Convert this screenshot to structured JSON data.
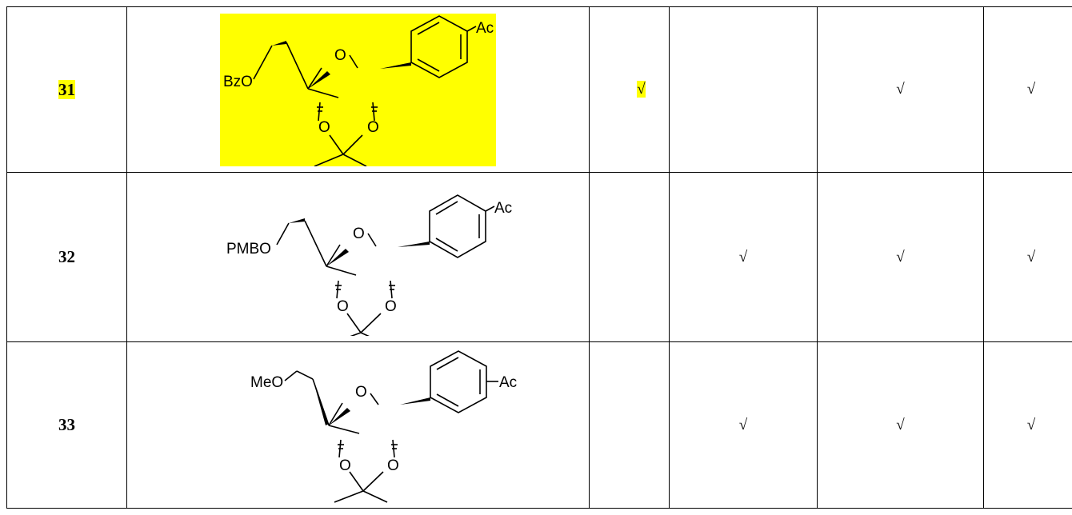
{
  "colors": {
    "highlight": "#ffff00",
    "border": "#000000"
  },
  "table": {
    "rows": [
      {
        "entry": "31",
        "entry_highlighted": true,
        "structure": {
          "substituent": "BzO",
          "ring_oxygen": "O",
          "diol_oxygen_left": "O",
          "diol_oxygen_right": "O",
          "aryl_group": "Ac",
          "highlighted": true
        },
        "marks": [
          "√",
          "",
          "√",
          "√"
        ],
        "mark_highlighted": [
          true,
          false,
          false,
          false
        ]
      },
      {
        "entry": "32",
        "entry_highlighted": false,
        "structure": {
          "substituent": "PMBO",
          "ring_oxygen": "O",
          "diol_oxygen_left": "O",
          "diol_oxygen_right": "O",
          "aryl_group": "Ac",
          "highlighted": false
        },
        "marks": [
          "",
          "√",
          "√",
          "√"
        ],
        "mark_highlighted": [
          false,
          false,
          false,
          false
        ]
      },
      {
        "entry": "33",
        "entry_highlighted": false,
        "structure": {
          "substituent": "MeO",
          "ring_oxygen": "O",
          "diol_oxygen_left": "O",
          "diol_oxygen_right": "O",
          "aryl_group": "Ac",
          "highlighted": false
        },
        "marks": [
          "",
          "√",
          "√",
          "√"
        ],
        "mark_highlighted": [
          false,
          false,
          false,
          false
        ]
      }
    ]
  }
}
